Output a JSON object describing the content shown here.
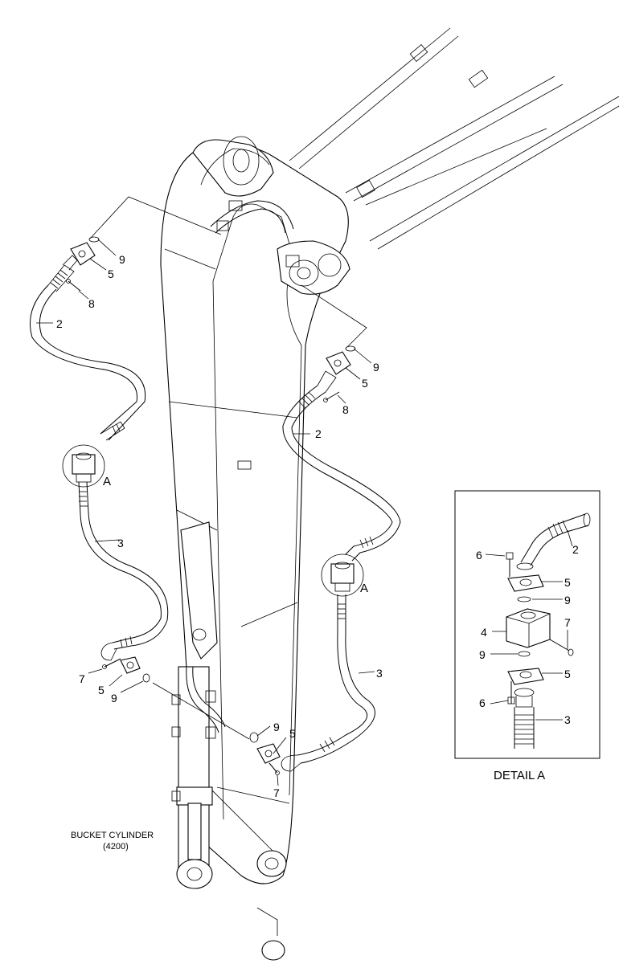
{
  "labels": {
    "left": {
      "p9": "9",
      "p5": "5",
      "p8": "8",
      "p2": "2",
      "pA": "A",
      "p3": "3",
      "p7": "7",
      "p5b": "5",
      "p9b": "9"
    },
    "right": {
      "p9": "9",
      "p5": "5",
      "p8": "8",
      "p2": "2",
      "pA": "A",
      "p3": "3",
      "p9b": "9",
      "p5b": "5",
      "p7": "7"
    },
    "detail": {
      "p6a": "6",
      "p2": "2",
      "p5a": "5",
      "p9a": "9",
      "p4": "4",
      "p7": "7",
      "p9b": "9",
      "p5b": "5",
      "p6b": "6",
      "p3": "3"
    }
  },
  "detail_title": "DETAIL  A",
  "bucket_cylinder": {
    "line1": "BUCKET CYLINDER",
    "line2": "(4200)"
  }
}
